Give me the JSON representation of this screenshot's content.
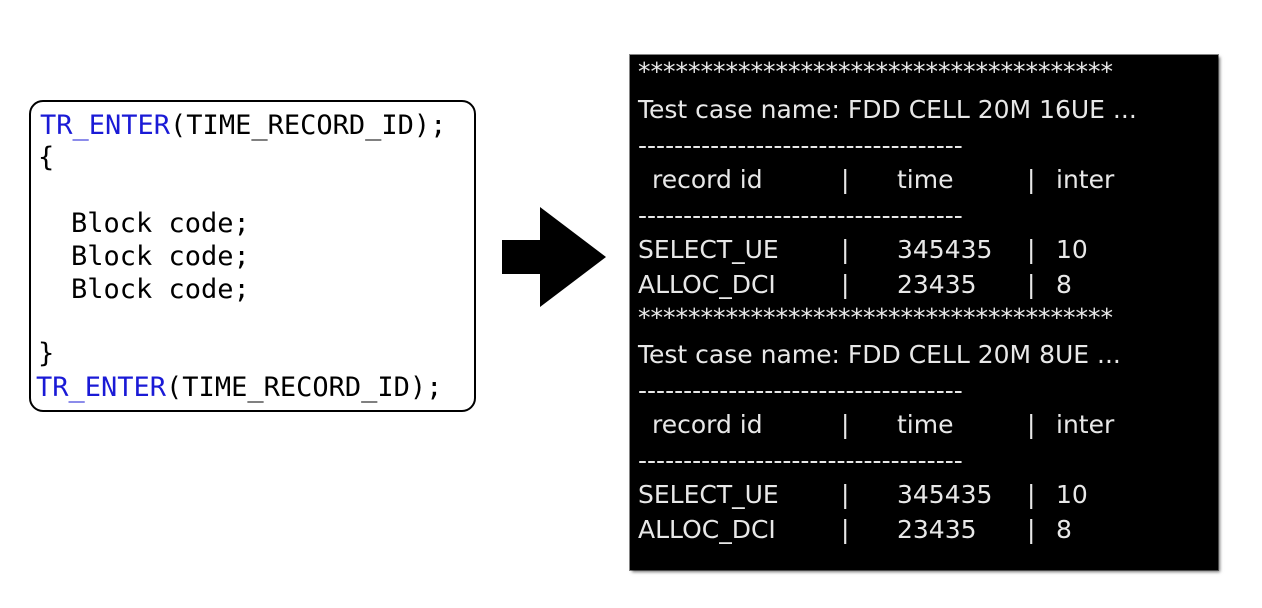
{
  "code": {
    "line1_keyword": "TR_ENTER",
    "line1_rest": "(TIME_RECORD_ID);",
    "open_brace": "{",
    "block1": "Block code;",
    "block2": "Block code;",
    "block3": "Block code;",
    "close_brace": "}",
    "line_end_keyword": "TR_ENTER",
    "line_end_rest": "(TIME_RECORD_ID);"
  },
  "terminal": {
    "sections": [
      {
        "stars": "**************************************",
        "title": "Test case name: FDD CELL 20M 16UE ...",
        "dash_top": "------------------------------------",
        "header": {
          "col1": "record id",
          "sep1": "|",
          "col2": "time",
          "sep2": "|",
          "col3": "inter"
        },
        "dash_bottom": "------------------------------------",
        "rows": [
          {
            "name": "SELECT_UE",
            "sep1": "|",
            "time": "345435",
            "sep2": "|",
            "inter": "10"
          },
          {
            "name": "ALLOC_DCI",
            "sep1": "|",
            "time": "23435",
            "sep2": "|",
            "inter": "8"
          }
        ]
      },
      {
        "stars": "**************************************",
        "title": "Test case name: FDD CELL 20M 8UE ...",
        "dash_top": "------------------------------------",
        "header": {
          "col1": "record id",
          "sep1": "|",
          "col2": "time",
          "sep2": "|",
          "col3": "inter"
        },
        "dash_bottom": "------------------------------------",
        "rows": [
          {
            "name": "SELECT_UE",
            "sep1": "|",
            "time": "345435",
            "sep2": "|",
            "inter": "10"
          },
          {
            "name": "ALLOC_DCI",
            "sep1": "|",
            "time": "23435",
            "sep2": "|",
            "inter": "8"
          }
        ]
      }
    ]
  },
  "colors": {
    "keyword": "#1a1ad6",
    "terminal_bg": "#000000",
    "terminal_text": "#e8e8e8"
  }
}
